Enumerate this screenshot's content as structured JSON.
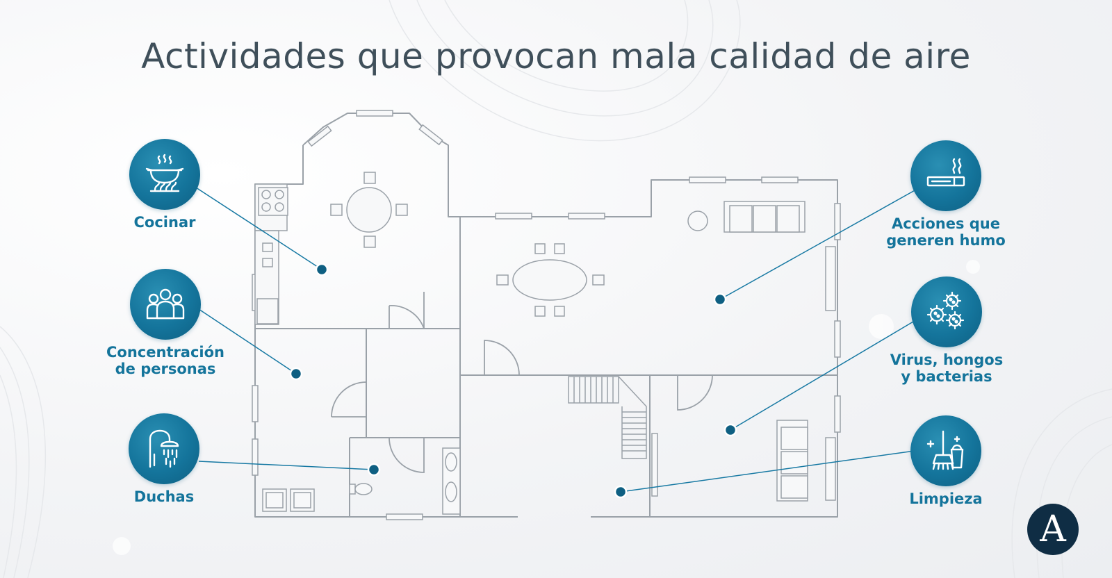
{
  "title": "Actividades que provocan mala calidad de aire",
  "colors": {
    "accent": "#14749b",
    "title": "#3f4f5a",
    "plan_line": "#9aa1a8",
    "logo_bg": "#0f2d44"
  },
  "activities": [
    {
      "id": "cocinar",
      "label": "Cocinar",
      "icon": "cooking-pot-icon"
    },
    {
      "id": "personas",
      "label": "Concentración de personas",
      "icon": "people-group-icon"
    },
    {
      "id": "duchas",
      "label": "Duchas",
      "icon": "shower-icon"
    },
    {
      "id": "humo",
      "label": "Acciones que generen humo",
      "icon": "cigarette-smoke-icon"
    },
    {
      "id": "virus",
      "label": "Virus, hongos y bacterias",
      "icon": "germs-icon"
    },
    {
      "id": "limpieza",
      "label": "Limpieza",
      "icon": "cleaning-tools-icon"
    }
  ],
  "logo": {
    "text": "A",
    "icon": "brand-logo-icon"
  }
}
